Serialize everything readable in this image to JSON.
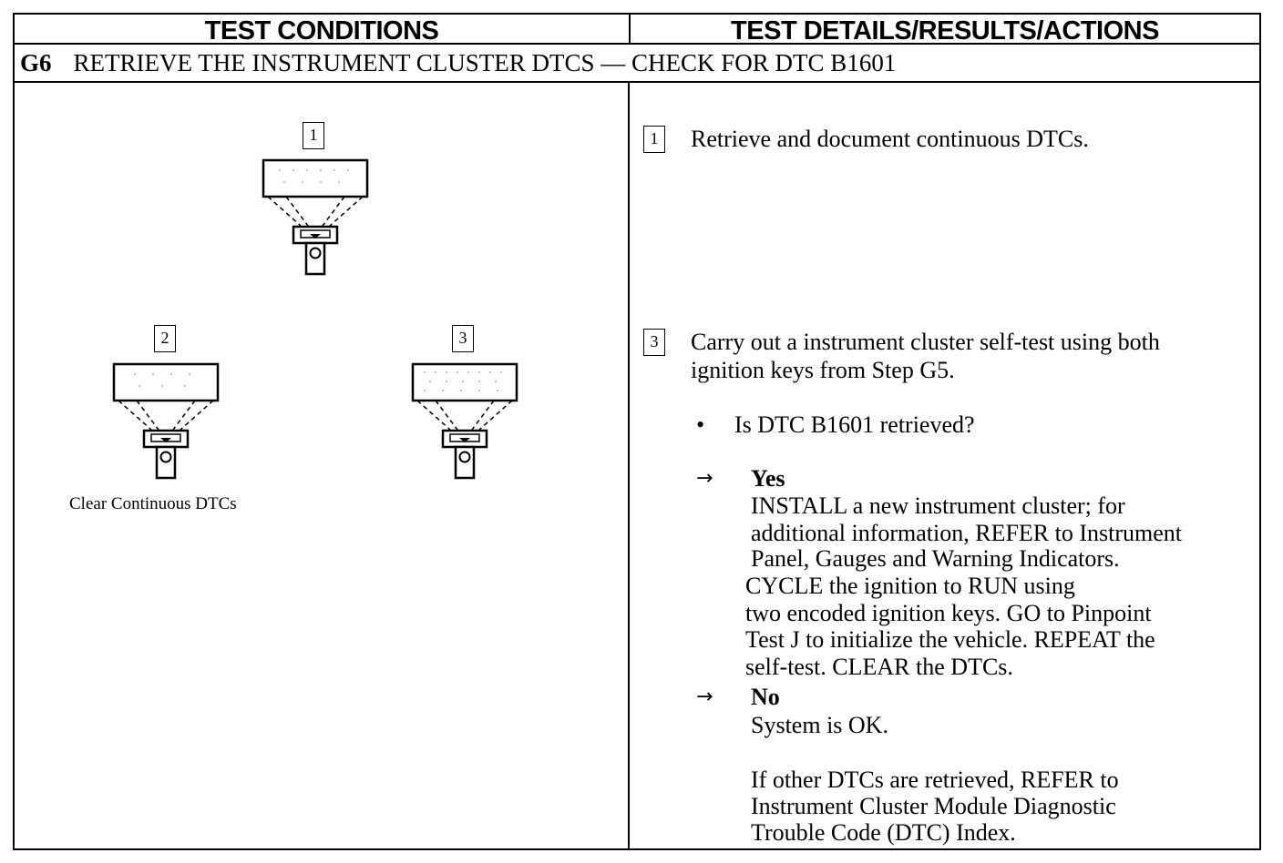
{
  "headers": {
    "left": "TEST CONDITIONS",
    "right": "TEST DETAILS/RESULTS/ACTIONS"
  },
  "step": {
    "id": "G6",
    "title": "RETRIEVE THE INSTRUMENT CLUSTER DTCS — CHECK FOR DTC B1601"
  },
  "conditions": {
    "diagram_labels": [
      "1",
      "2",
      "3"
    ],
    "caption": "Clear Continuous DTCs"
  },
  "details": {
    "step1": {
      "number": "1",
      "text": "Retrieve and document continuous DTCs."
    },
    "step3": {
      "number": "3",
      "line1": "Carry out a instrument cluster self-test using both",
      "line2": "ignition keys from Step G5.",
      "bullet": "•",
      "question": "Is DTC B1601 retrieved?"
    },
    "yes": {
      "arrow": "→",
      "label": "Yes",
      "lines": [
        "INSTALL a new instrument cluster; for",
        "additional information, REFER to Instrument",
        "Panel, Gauges and Warning Indicators.",
        "CYCLE the ignition to RUN using",
        "two encoded ignition keys. GO to Pinpoint",
        "Test J to initialize the vehicle. REPEAT the",
        "self-test. CLEAR the DTCs."
      ]
    },
    "no": {
      "arrow": "→",
      "label": "No",
      "line1": "System is OK.",
      "lines": [
        "If other DTCs are retrieved, REFER to",
        "Instrument Cluster Module Diagnostic",
        "Trouble Code (DTC) Index."
      ]
    }
  }
}
